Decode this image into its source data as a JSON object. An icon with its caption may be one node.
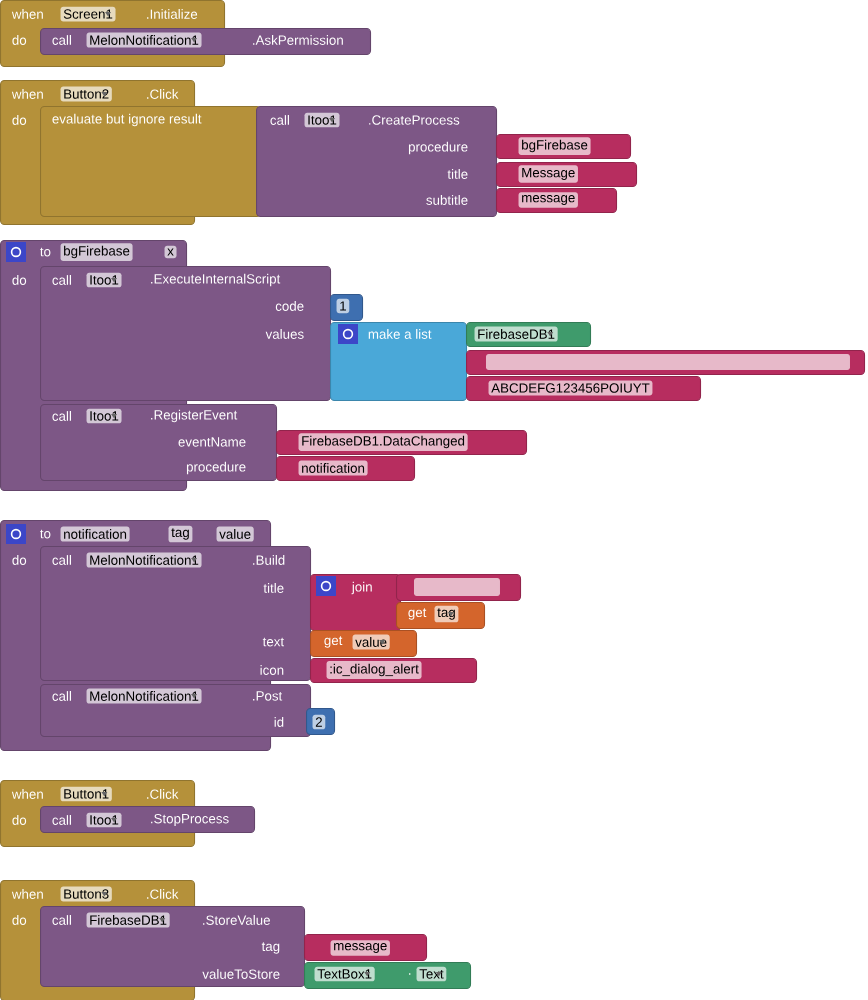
{
  "diagram": {
    "nodes": [
      {
        "text": [
          "when",
          "Screen1",
          ".Initialize",
          "do"
        ]
      },
      {
        "text": [
          "call",
          "MelonNotification1",
          ".AskPermission"
        ]
      },
      {
        "text": [
          "when",
          "Button2",
          ".Click",
          "do"
        ]
      },
      {
        "text": [
          "evaluate but ignore result"
        ]
      },
      {
        "text": [
          "call",
          "Itoo1",
          ".CreateProcess",
          "procedure",
          "title",
          "subtitle"
        ]
      },
      {
        "text": [
          "bgFirebase"
        ]
      },
      {
        "text": [
          "Message"
        ]
      },
      {
        "text": [
          "message"
        ]
      },
      {
        "text": [
          "to",
          "bgFirebase",
          "x",
          "do"
        ]
      },
      {
        "text": [
          "call",
          "Itoo1",
          ".ExecuteInternalScript",
          "code",
          "values"
        ]
      },
      {
        "text": [
          "1"
        ]
      },
      {
        "text": [
          "make a list"
        ]
      },
      {
        "text": [
          "FirebaseDB1"
        ]
      },
      {
        "text": [],
        "shape": "box"
      },
      {
        "text": [
          "ABCDEFG123456POIUYT"
        ]
      },
      {
        "text": [
          "call",
          "Itoo1",
          ".RegisterEvent",
          "eventName",
          "procedure"
        ]
      },
      {
        "text": [
          "FirebaseDB1.DataChanged"
        ]
      },
      {
        "text": [
          "notification"
        ]
      },
      {
        "text": [
          "to",
          "notification",
          "tag",
          "value",
          "do"
        ]
      },
      {
        "text": [
          "call",
          "MelonNotification1",
          ".Build",
          "title",
          "text",
          "icon"
        ]
      },
      {
        "text": [
          "join"
        ]
      },
      {
        "text": [],
        "shape": "box"
      },
      {
        "text": [
          "get",
          "tag"
        ]
      },
      {
        "text": [
          "get",
          "value"
        ]
      },
      {
        "text": [
          ":ic_dialog_alert"
        ]
      },
      {
        "text": [
          "call",
          "MelonNotification1",
          ".Post",
          "id"
        ]
      },
      {
        "text": [
          "2"
        ]
      },
      {
        "text": [
          "when",
          "Button1",
          ".Click",
          "do"
        ]
      },
      {
        "text": [
          "call",
          "Itoo1",
          ".StopProcess"
        ]
      },
      {
        "text": [
          "when",
          "Button3",
          ".Click",
          "do"
        ]
      },
      {
        "text": [
          "call",
          "FirebaseDB1",
          ".StoreValue",
          "tag",
          "valueToStore"
        ]
      },
      {
        "text": [
          "message"
        ]
      },
      {
        "text": [
          "TextBox1",
          ".",
          "Text"
        ]
      }
    ]
  }
}
